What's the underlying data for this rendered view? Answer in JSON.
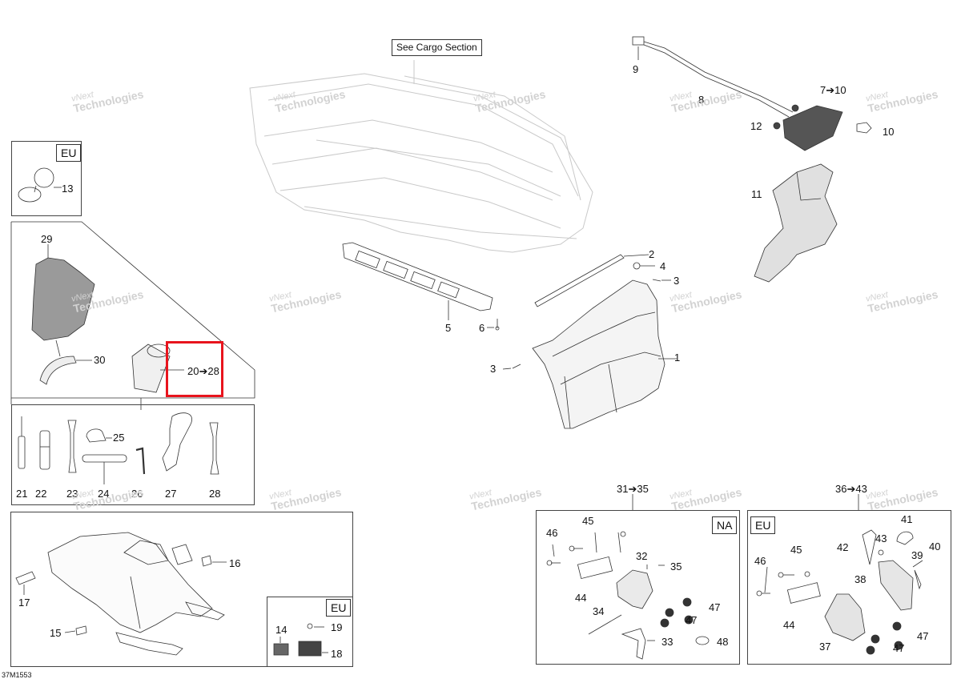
{
  "diagram_ref": "37M1553",
  "watermark": {
    "line1": "vNext",
    "line2": "Technologies"
  },
  "see_cargo": "See Cargo Section",
  "tags": {
    "eu": "EU",
    "na": "NA"
  },
  "callouts": {
    "p9": "9",
    "p7_10": "7➔10",
    "p8": "8",
    "p12": "12",
    "p10": "10",
    "p11": "11",
    "p13": "13",
    "p29": "29",
    "p30": "30",
    "p20_28": "20➔28",
    "p25": "25",
    "p21": "21",
    "p22": "22",
    "p23": "23",
    "p24": "24",
    "p26": "26",
    "p27": "27",
    "p28": "28",
    "p2": "2",
    "p4": "4",
    "p3a": "3",
    "p5": "5",
    "p6": "6",
    "p1": "1",
    "p3b": "3",
    "p16": "16",
    "p17": "17",
    "p15": "15",
    "p14": "14",
    "p19": "19",
    "p18": "18",
    "p31_35": "31➔35",
    "p36_43": "36➔43",
    "na46": "46",
    "na45": "45",
    "na32": "32",
    "na35": "35",
    "na44": "44",
    "na47a": "47",
    "na47b": "47",
    "na34": "34",
    "na33": "33",
    "na48": "48",
    "eu41": "41",
    "eu42": "42",
    "eu43": "43",
    "eu40": "40",
    "eu46": "46",
    "eu45": "45",
    "eu39": "39",
    "eu38": "38",
    "eu44": "44",
    "eu47a": "47",
    "eu47b": "47",
    "eu37": "37"
  }
}
